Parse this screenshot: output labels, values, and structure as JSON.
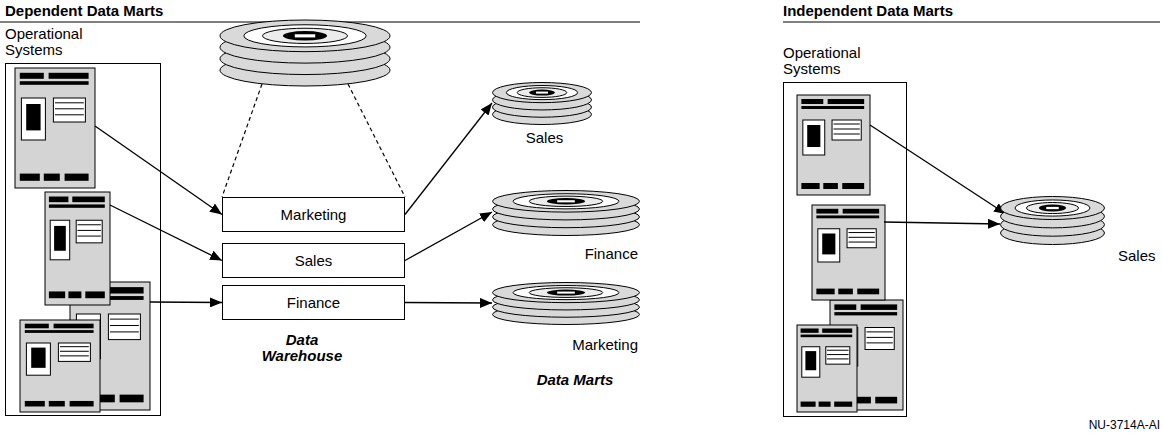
{
  "diagram": {
    "nodes": [
      {
        "text": [
          "Operational Systems"
        ]
      },
      {
        "text": [
          "Marketing"
        ]
      },
      {
        "text": [
          "Sales"
        ]
      },
      {
        "text": [
          "Finance"
        ]
      },
      {
        "text": [
          "Sales"
        ]
      },
      {
        "text": [
          "Finance"
        ]
      },
      {
        "text": [
          "Marketing"
        ]
      },
      {
        "text": [
          "Operational Systems"
        ]
      },
      {
        "text": [
          "Sales"
        ]
      }
    ],
    "edges": [
      {
        "from": 0,
        "to": 1,
        "arrow": "to"
      },
      {
        "from": 0,
        "to": 2,
        "arrow": "to"
      },
      {
        "from": 0,
        "to": 3,
        "arrow": "to"
      },
      {
        "from": 1,
        "to": 4,
        "arrow": "to"
      },
      {
        "from": 2,
        "to": 5,
        "arrow": "to"
      },
      {
        "from": 3,
        "to": 6,
        "arrow": "to"
      },
      {
        "from": 7,
        "to": 8,
        "arrow": "to"
      },
      {
        "from": 7,
        "to": 8,
        "arrow": "to"
      }
    ],
    "labels": [
      "Dependent Data Marts",
      "Independent Data Marts",
      "Data Warehouse",
      "Data Marts",
      "NU-3714A-AI"
    ]
  }
}
